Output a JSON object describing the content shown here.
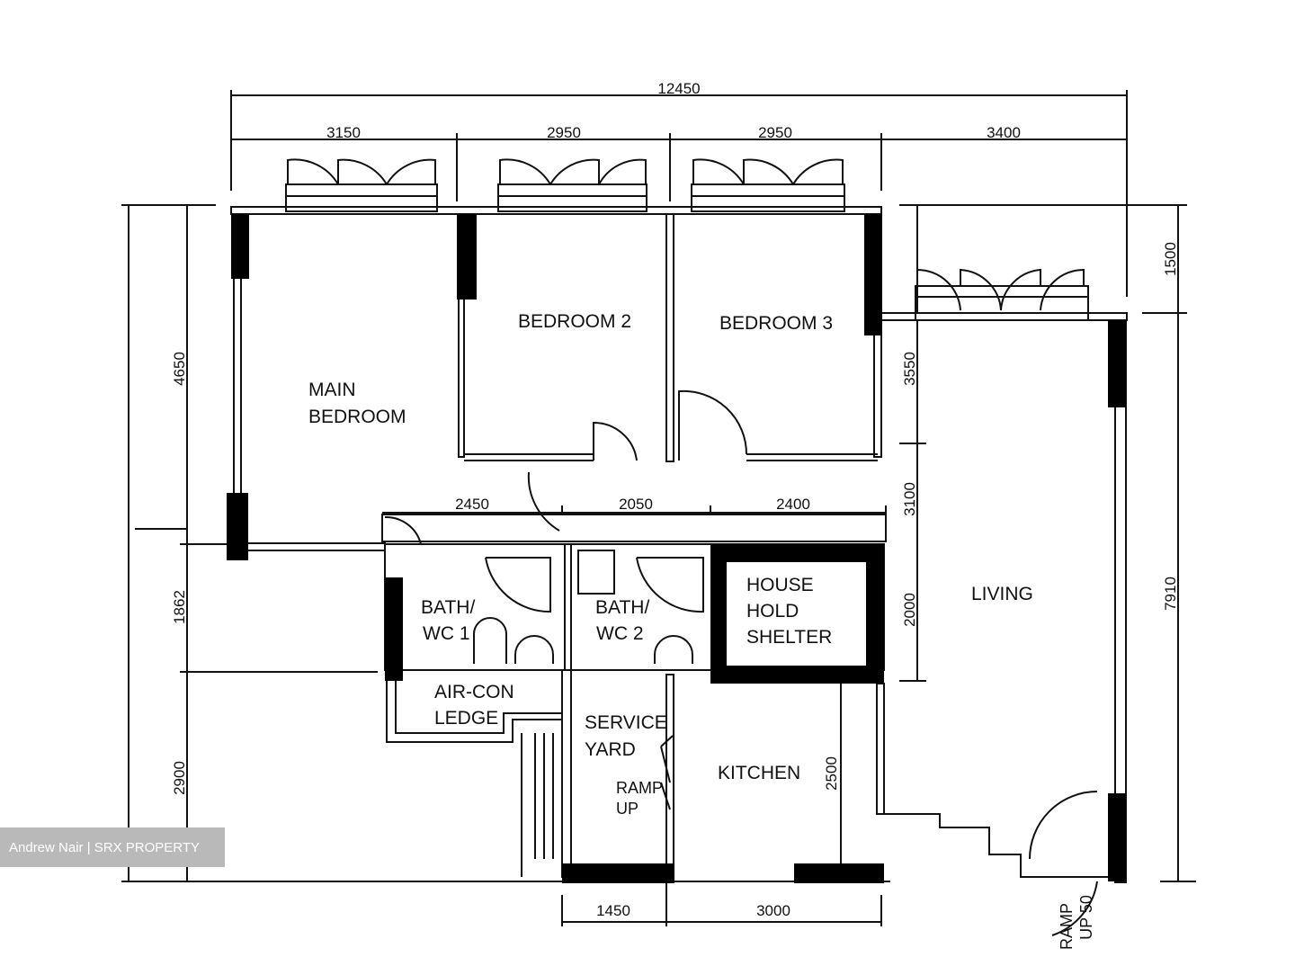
{
  "floorplan": {
    "dimensions_top": {
      "overall": "12450",
      "segments": [
        "3150",
        "2950",
        "2950",
        "3400"
      ]
    },
    "dimensions_left": [
      "4650",
      "1862",
      "2900"
    ],
    "dimensions_right": [
      "1500",
      "7910"
    ],
    "dimensions_inner_right": [
      "3550",
      "3100",
      "2000"
    ],
    "dimensions_corridor": [
      "2450",
      "2050",
      "2400"
    ],
    "dimensions_bottom": [
      "1450",
      "3000"
    ],
    "dimension_kitchen": "2500",
    "rooms": {
      "main_bedroom": [
        "MAIN",
        "BEDROOM"
      ],
      "bedroom_2": "BEDROOM  2",
      "bedroom_3": "BEDROOM  3",
      "bath_wc_1": [
        "BATH/",
        "WC  1"
      ],
      "bath_wc_2": [
        "BATH/",
        "WC  2"
      ],
      "household_shelter": [
        "HOUSE",
        "HOLD",
        "SHELTER"
      ],
      "living": "LIVING",
      "air_con_ledge": [
        "AIR-CON",
        "LEDGE"
      ],
      "service_yard": [
        "SERVICE",
        "YARD"
      ],
      "ramp_up": [
        "RAMP",
        "UP"
      ],
      "kitchen": "KITCHEN",
      "ramp_up_50": [
        "RAMP",
        "UP 50"
      ]
    }
  },
  "watermark": "Andrew Nair | SRX PROPERTY",
  "colors": {
    "line": "#111111",
    "wall_fill": "#000000",
    "watermark_bg": "#b9b9b9"
  }
}
